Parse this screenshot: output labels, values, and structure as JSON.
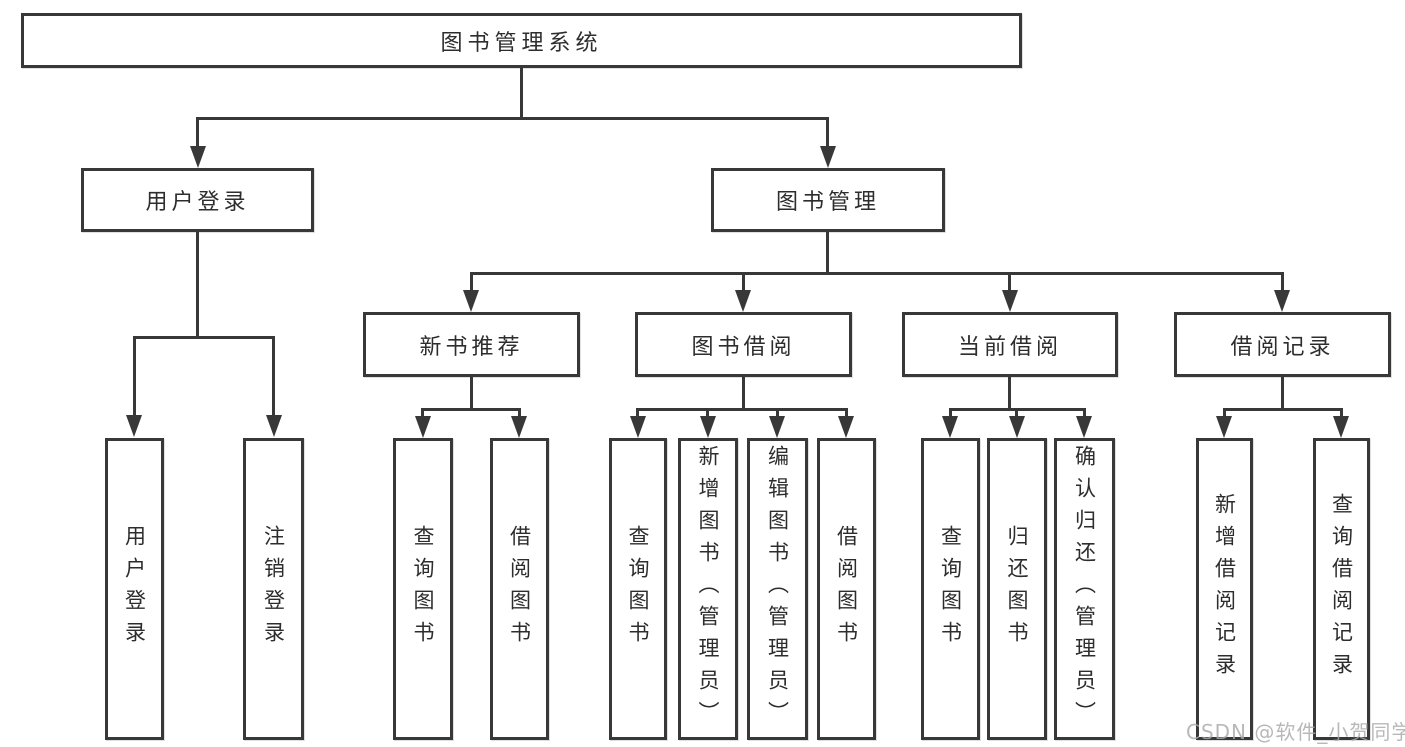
{
  "tree": {
    "root": {
      "label": "图书管理系统",
      "children": [
        {
          "label": "用户登录",
          "children": [
            {
              "label": "用户登录"
            },
            {
              "label": "注销登录"
            }
          ]
        },
        {
          "label": "图书管理",
          "children": [
            {
              "label": "新书推荐",
              "children": [
                {
                  "label": "查询图书"
                },
                {
                  "label": "借阅图书"
                }
              ]
            },
            {
              "label": "图书借阅",
              "children": [
                {
                  "label": "查询图书"
                },
                {
                  "label": "新增图书（管理员）"
                },
                {
                  "label": "编辑图书（管理员）"
                },
                {
                  "label": "借阅图书"
                }
              ]
            },
            {
              "label": "当前借阅",
              "children": [
                {
                  "label": "查询图书"
                },
                {
                  "label": "归还图书"
                },
                {
                  "label": "确认归还（管理员）"
                }
              ]
            },
            {
              "label": "借阅记录",
              "children": [
                {
                  "label": "新增借阅记录"
                },
                {
                  "label": "查询借阅记录"
                }
              ]
            }
          ]
        }
      ]
    }
  },
  "watermark": {
    "text": "CSDN @软件_小贺同学"
  },
  "colors": {
    "line": "#383838",
    "text": "#2d2d2d",
    "watermark": "#a8a8a8",
    "background": "#ffffff"
  }
}
